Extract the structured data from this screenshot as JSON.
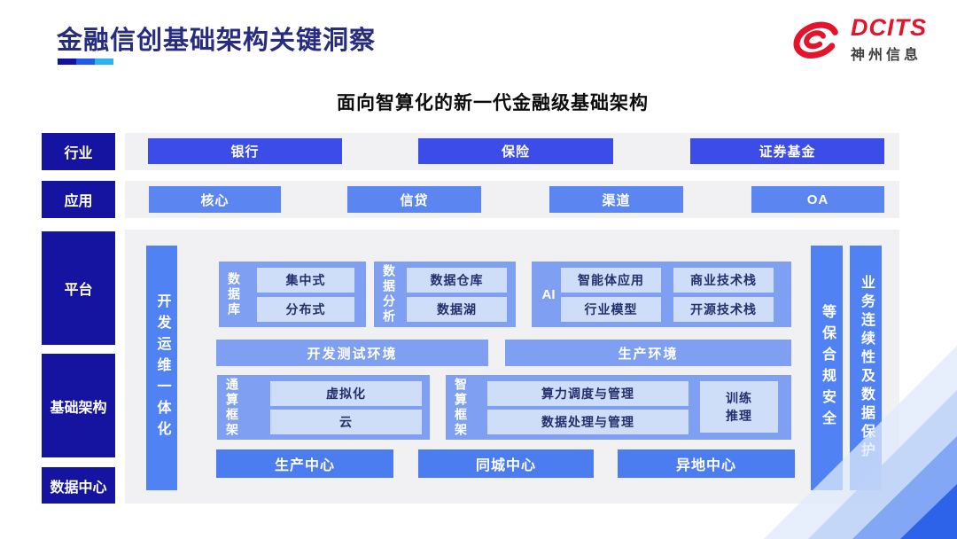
{
  "header": {
    "title": "金融信创基础架构关键洞察",
    "logo": {
      "brand": "DCITS",
      "company": "神州信息"
    }
  },
  "subtitle": "面向智算化的新一代金融级基础架构",
  "left_labels": {
    "industry": "行业",
    "application": "应用",
    "platform": "平台",
    "infrastructure": "基础架构",
    "datacenter": "数据中心"
  },
  "industry_row": {
    "items": [
      "银行",
      "保险",
      "证券基金"
    ]
  },
  "application_row": {
    "items": [
      "核心",
      "信贷",
      "渠道",
      "OA"
    ]
  },
  "platform_area": {
    "devops_bar": "开发运维一体化",
    "database": {
      "label": "数据库",
      "items": [
        "集中式",
        "分布式"
      ]
    },
    "analytics": {
      "label": "数据分析",
      "items": [
        "数据仓库",
        "数据湖"
      ]
    },
    "ai": {
      "label": "AI",
      "items": [
        "智能体应用",
        "商业技术栈",
        "行业模型",
        "开源技术栈"
      ]
    },
    "environments": [
      "开发测试环境",
      "生产环境"
    ],
    "general_compute": {
      "label": "通算框架",
      "items": [
        "虚拟化",
        "云"
      ]
    },
    "intelligent_compute": {
      "label": "智算框架",
      "items": [
        "算力调度与管理",
        "数据处理与管理"
      ],
      "side_box_lines": [
        "训练",
        "推理"
      ]
    },
    "datacenter_row": [
      "生产中心",
      "同城中心",
      "异地中心"
    ],
    "security_bar": "等保合规安全",
    "continuity_bar": "业务连续性及数据保护"
  },
  "colors": {
    "brand_red": "#E3142B",
    "navy_label": "#1414A0",
    "title_navy": "#282C7E",
    "primary_blue": "#3B4CE8",
    "mid_blue": "#5B86F2",
    "bar_blue": "#4B7DF0",
    "group_blue": "#7FA0F2",
    "chip_blue": "#CFDEF8",
    "band_gray": "#F1F1F3",
    "underline": [
      "#1212A0",
      "#1F5BE8",
      "#2EB1EF"
    ]
  }
}
